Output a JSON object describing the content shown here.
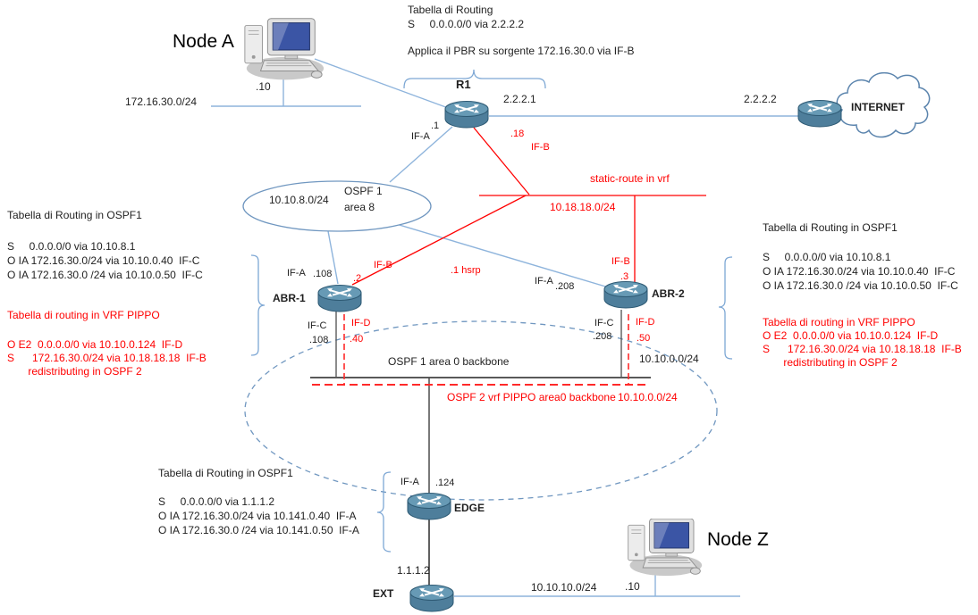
{
  "colors": {
    "blue_line": "#8eb4dc",
    "ellipse_blue": "#7097c0",
    "dark_line": "#4d4d4d",
    "red": "#ff0000",
    "text": "#1f1f1f"
  },
  "top_annotation": {
    "title": "Tabella di Routing",
    "static_route": "S     0.0.0.0/0 via 2.2.2.2",
    "pbr_note": "Applica il PBR su sorgente 172.16.30.0 via IF-B"
  },
  "node_a": {
    "label": "Node A",
    "host_ip": ".10",
    "network": "172.16.30.0/24"
  },
  "r1": {
    "label": "R1",
    "wan_ip": "2.2.2.1",
    "if_a_label": "IF-A",
    "if_a_ip": ".1",
    "if_b_label": "IF-B",
    "if_b_ip": ".18"
  },
  "internet": {
    "label": "INTERNET",
    "ip": "2.2.2.2"
  },
  "ospf_area8": {
    "name_line1": "OSPF 1",
    "name_line2": "area 8",
    "network": "10.10.8.0/24"
  },
  "vrf_link": {
    "label": "static-route in vrf",
    "network": "10.18.18.0/24"
  },
  "hsrp_label": ".1 hsrp",
  "abr1": {
    "label": "ABR-1",
    "if_a_label": "IF-A",
    "if_a_ip": ".108",
    "if_b_label": "IF-B",
    "if_b_ip": ".2",
    "if_c_label": "IF-C",
    "if_c_ip": ".108",
    "if_d_label": "IF-D",
    "if_d_ip": ".40"
  },
  "abr2": {
    "label": "ABR-2",
    "if_a_label": "IF-A",
    "if_a_ip": ".208",
    "if_b_label": "IF-B",
    "if_b_ip": ".3",
    "if_c_label": "IF-C",
    "if_c_ip": ".208",
    "if_d_label": "IF-D",
    "if_d_ip": ".50"
  },
  "backbone": {
    "ospf1_label": "OSPF 1 area 0 backbone",
    "ospf1_network": "10.10.0.0/24",
    "ospf2_label": "OSPF 2 vrf PIPPO area0 backbone",
    "ospf2_network": "10.10.0.0/24"
  },
  "edge": {
    "label": "EDGE",
    "if_a_label": "IF-A",
    "if_a_ip": ".124"
  },
  "ext": {
    "label": "EXT",
    "uplink_ip": "1.1.1.2",
    "network": "10.10.10.0/24"
  },
  "node_z": {
    "label": "Node Z",
    "host_ip": ".10"
  },
  "tables": {
    "left_ospf1": {
      "title": "Tabella di Routing in OSPF1",
      "rows": [
        "S     0.0.0.0/0 via 10.10.8.1",
        "O IA 172.16.30.0/24 via 10.10.0.40  IF-C",
        "O IA 172.16.30.0 /24 via 10.10.0.50  IF-C"
      ]
    },
    "left_vrf": {
      "title": "Tabella di routing in VRF PIPPO",
      "rows": [
        "O E2  0.0.0.0/0 via 10.10.0.124  IF-D",
        "S      172.16.30.0/24 via 10.18.18.18  IF-B",
        "       redistributing in OSPF 2"
      ]
    },
    "right_ospf1": {
      "title": "Tabella di Routing in OSPF1",
      "rows": [
        "S     0.0.0.0/0 via 10.10.8.1",
        "O IA 172.16.30.0/24 via 10.10.0.40  IF-C",
        "O IA 172.16.30.0 /24 via 10.10.0.50  IF-C"
      ]
    },
    "right_vrf": {
      "title": "Tabella di routing in VRF PIPPO",
      "rows": [
        "O E2  0.0.0.0/0 via 10.10.0.124  IF-D",
        "S      172.16.30.0/24 via 10.18.18.18  IF-B",
        "       redistributing in OSPF 2"
      ]
    },
    "bottom_ospf1": {
      "title": "Tabella di Routing in OSPF1",
      "rows": [
        "S     0.0.0.0/0 via 1.1.1.2",
        "O IA 172.16.30.0/24 via 10.141.0.40  IF-A",
        "O IA 172.16.30.0 /24 via 10.141.0.50  IF-A"
      ]
    }
  }
}
